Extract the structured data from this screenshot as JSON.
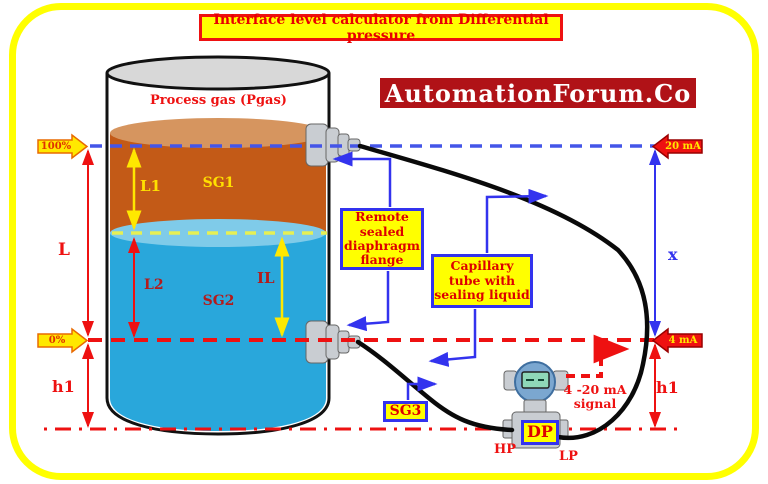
{
  "title": "Interface level calculator from Differential pressure",
  "logo": {
    "text": "AutomationForum.Co"
  },
  "tank": {
    "gas_label": "Process gas (Pgas)",
    "sg1_label": "SG1",
    "sg2_label": "SG2"
  },
  "measurements": {
    "l1": "L1",
    "l2": "L2",
    "il": "IL",
    "l": "L",
    "x": "x",
    "h1_left": "h1",
    "h1_right": "h1"
  },
  "range_markers": {
    "percent_top": "100%",
    "percent_bottom": "0%",
    "ma_top": "20 mA",
    "ma_bottom": "4 mA"
  },
  "callouts": {
    "remote_flange": "Remote sealed diaphragm flange",
    "capillary": "Capillary tube with sealing liquid",
    "sg3": "SG3",
    "dp": "DP"
  },
  "transmitter": {
    "hp": "HP",
    "lp": "LP",
    "signal_line1": "4 -20 mA",
    "signal_line2": "signal"
  },
  "colors": {
    "frame-yellow": "#ffff00",
    "box-yellow": "#ffff00",
    "red": "#ee1111",
    "title-red": "#e80000",
    "dark-red": "#b31b1b",
    "logo-bg": "#b01217",
    "logo-text": "#ffffff",
    "blue": "#3333ee",
    "dash-blue": "#4455e8",
    "orange-body": "#c35a17",
    "orange-top": "#d6955f",
    "cyan-body": "#29a7db",
    "cyan-top": "#7fcbe9",
    "tank-gray": "#d8d8d8",
    "interface-yellow": "#e6f054",
    "metal": "#c9cdd2",
    "arrow-yellow": "#ffe800"
  }
}
